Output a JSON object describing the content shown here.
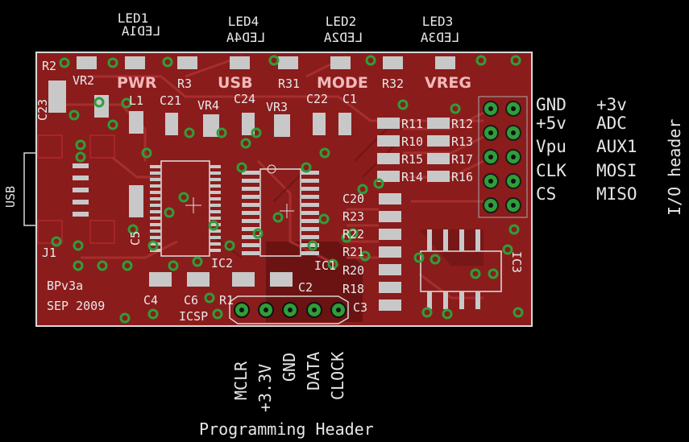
{
  "board": {
    "colors": {
      "background": "#000000",
      "board": "#8b1c1c",
      "board_dark": "#6e1212",
      "trace": "#9c2424",
      "pad": "#c8c8c8",
      "via": "#2f9e3a",
      "silk": "#ffffff"
    }
  },
  "leds": [
    {
      "name": "LED1",
      "value": "LED1A"
    },
    {
      "name": "LED4",
      "value": "LED4A"
    },
    {
      "name": "LED2",
      "value": "LED2A"
    },
    {
      "name": "LED3",
      "value": "LED3A"
    }
  ],
  "silk_labels": {
    "pwr": "PWR",
    "usb": "USB",
    "mode": "MODE",
    "vreg": "VREG",
    "r2": "R2",
    "vr2": "VR2",
    "r3": "R3",
    "r31": "R31",
    "r32": "R32",
    "c23": "C23",
    "l1": "L1",
    "c21": "C21",
    "vr4": "VR4",
    "c24": "C24",
    "vr3": "VR3",
    "c22": "C22",
    "c1": "C1",
    "r11": "R11",
    "r12": "R12",
    "r10": "R10",
    "r13": "R13",
    "r15": "R15",
    "r17": "R17",
    "r14": "R14",
    "r16": "R16",
    "c20": "C20",
    "r22": "R22",
    "r23": "R23",
    "r21": "R21",
    "r20": "R20",
    "r18": "R18",
    "c3": "C3",
    "c5": "C5",
    "ic2": "IC2",
    "ic1": "IC1",
    "ic3": "IC3",
    "j1": "J1",
    "c4": "C4",
    "c6": "C6",
    "r1": "R1",
    "c2": "C2",
    "icsp": "ICSP",
    "version": "BPv3a",
    "date": "SEP 2009",
    "usb_side": "USB"
  },
  "io_header": {
    "title": "I/O header",
    "rows": [
      [
        "GND",
        "+3v"
      ],
      [
        "+5v",
        "ADC"
      ],
      [
        "Vpu",
        "AUX1"
      ],
      [
        "CLK",
        "MOSI"
      ],
      [
        "CS",
        "MISO"
      ]
    ]
  },
  "programming_header": {
    "title": "Programming Header",
    "pins": [
      "MCLR",
      "+3.3V",
      "GND",
      "DATA",
      "CLOCK"
    ]
  }
}
